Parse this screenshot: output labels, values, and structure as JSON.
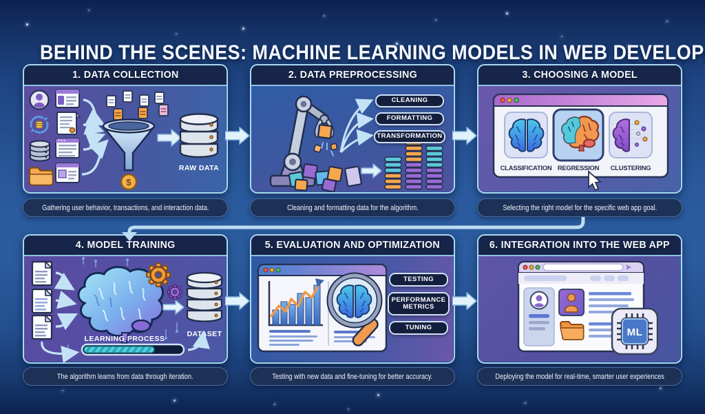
{
  "title": "BEHIND THE SCENES: MACHINE LEARNING MODELS IN WEB DEVELOPMENT",
  "panels": [
    {
      "title": "1. DATA COLLECTION",
      "caption": "Gathering user behavior, transactions, and interaction data.",
      "raw_data_label": "RAW DATA",
      "dollar_sign": "$"
    },
    {
      "title": "2. DATA PREPROCESSING",
      "caption": "Cleaning and formatting data for the algorithm.",
      "steps": [
        "CLEANING",
        "FORMATTING",
        "TRANSFORMATION"
      ]
    },
    {
      "title": "3. CHOOSING A MODEL",
      "caption": "Selecting the right model for the specific web app goal.",
      "models": [
        "CLASSIFICATION",
        "REGRESSION",
        "CLUSTERING"
      ]
    },
    {
      "title": "4. MODEL TRAINING",
      "caption": "The algorithm learns from data through iteration.",
      "learning_label": "LEARNING PROCESS",
      "dataset_label": "DATASET",
      "progress_fraction": 0.7
    },
    {
      "title": "5. EVALUATION AND OPTIMIZATION",
      "caption": "Testing with new data and fine-tuning for better accuracy.",
      "steps": [
        "TESTING",
        "PERFORMANCE METRICS",
        "TUNING"
      ]
    },
    {
      "title": "6. INTEGRATION INTO THE WEB APP",
      "caption": "Deploying the model for real-time, smarter user experiences",
      "chip_label": "ML"
    }
  ],
  "colors": {
    "background_top": "#0d2152",
    "background_mid": "#2a5a9d",
    "panel_border": "#a9d9f3",
    "panel_header_bg": "#17254a",
    "caption_bg": "#1d3156",
    "arrow_fill": "#e2f2fd",
    "accent_orange": "#f6a64c",
    "accent_teal": "#5cc8da",
    "accent_purple": "#9a6ad4"
  }
}
